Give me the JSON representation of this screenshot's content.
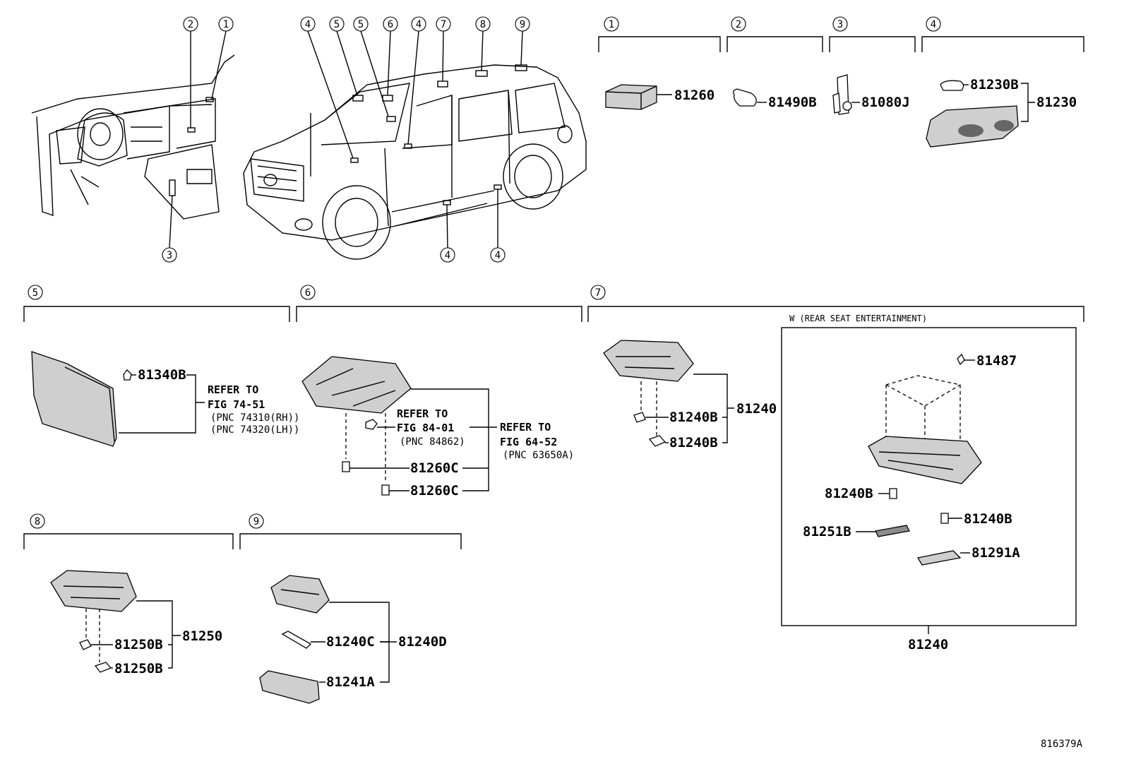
{
  "figure_id": "816379A",
  "rse_label": "W (REAR SEAT ENTERTAINMENT)",
  "callouts": [
    "1",
    "2",
    "3",
    "4",
    "5",
    "6",
    "7",
    "8",
    "9"
  ],
  "parts": {
    "p81260": "81260",
    "p81490B": "81490B",
    "p81080J": "81080J",
    "p81230B": "81230B",
    "p81230": "81230",
    "p81340B": "81340B",
    "p81260C_a": "81260C",
    "p81260C_b": "81260C",
    "p81240_7": "81240",
    "p81240B_a": "81240B",
    "p81240B_b": "81240B",
    "p81487": "81487",
    "p81240B_c": "81240B",
    "p81240B_d": "81240B",
    "p81251B": "81251B",
    "p81291A": "81291A",
    "p81240_rse": "81240",
    "p81250": "81250",
    "p81250B_a": "81250B",
    "p81250B_b": "81250B",
    "p81240C": "81240C",
    "p81240D": "81240D",
    "p81241A": "81241A"
  },
  "refs": {
    "sec5": {
      "refer": "REFER TO",
      "fig": "FIG 74-51",
      "pnc_rh": "(PNC 74310(RH))",
      "pnc_lh": "(PNC 74320(LH))"
    },
    "sec6a": {
      "refer": "REFER TO",
      "fig": "FIG 84-01",
      "pnc": "(PNC 84862)"
    },
    "sec6b": {
      "refer": "REFER TO",
      "fig": "FIG 64-52",
      "pnc": "(PNC 63650A)"
    }
  }
}
